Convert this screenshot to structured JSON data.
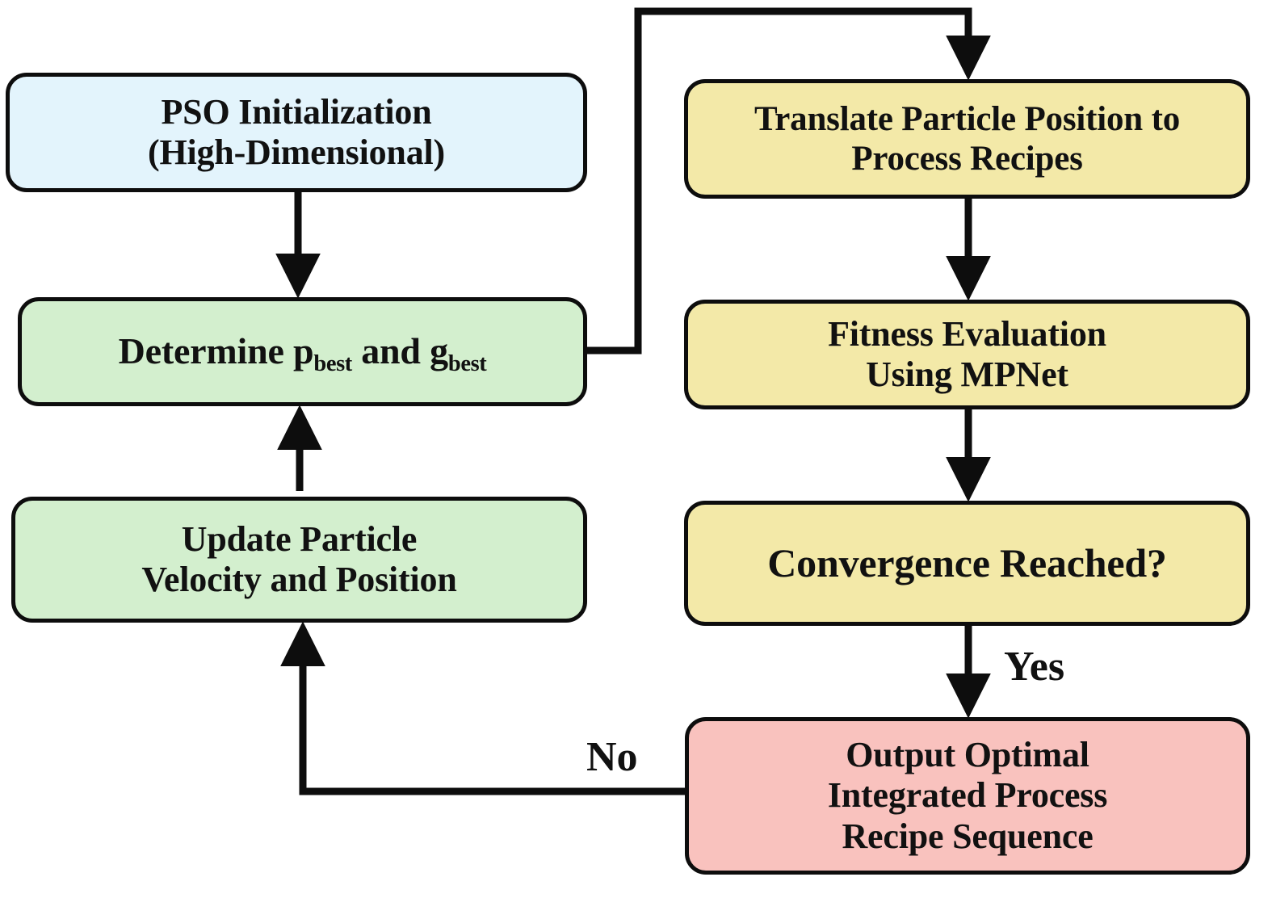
{
  "diagram": {
    "title": "PSO optimization loop with MPNet fitness evaluation",
    "type": "flowchart",
    "colors": {
      "init_fill": "#e3f4fc",
      "pso_step_fill": "#d3efce",
      "evaluation_fill": "#f3e9a8",
      "output_fill": "#f9c2be",
      "stroke": "#0d0d0d",
      "text": "#111111"
    },
    "nodes": {
      "init": {
        "line1": "PSO Initialization",
        "line2": "(High-Dimensional)"
      },
      "determine": {
        "prefix": "Determine p",
        "sub1": "best",
        "middle": " and g",
        "sub2": "best"
      },
      "update": {
        "line1": "Update Particle",
        "line2": "Velocity and Position"
      },
      "translate": {
        "line1": "Translate Particle Position to",
        "line2": "Process Recipes"
      },
      "fitness": {
        "line1": "Fitness Evaluation",
        "line2": "Using MPNet"
      },
      "convergence": {
        "line1": "Convergence Reached?"
      },
      "output": {
        "line1": "Output Optimal",
        "line2": "Integrated Process",
        "line3": "Recipe Sequence"
      }
    },
    "edge_labels": {
      "yes": "Yes",
      "no": "No"
    }
  }
}
